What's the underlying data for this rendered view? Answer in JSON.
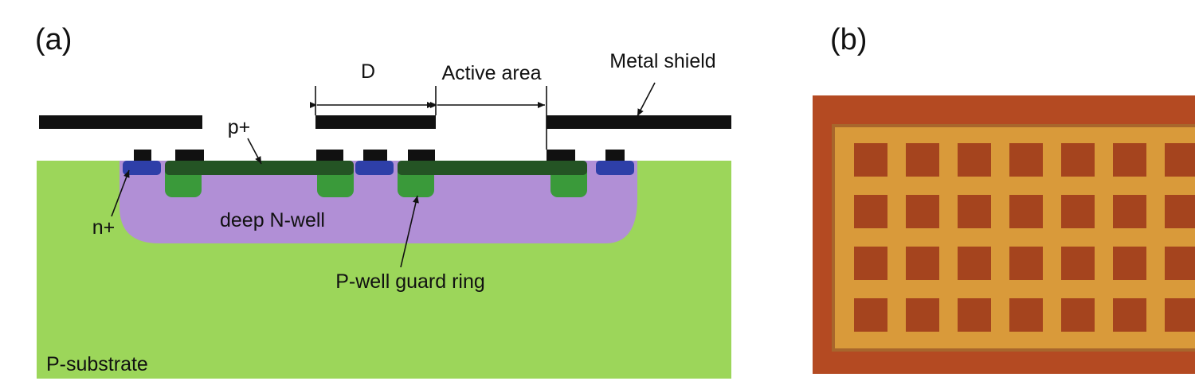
{
  "panel_a": {
    "label": "(a)",
    "labels": {
      "dimension_d": "D",
      "active_area": "Active area",
      "metal_shield": "Metal shield",
      "p_plus": "p+",
      "n_plus": "n+",
      "deep_nwell": "deep N-well",
      "pwell_guard_ring": "P-well guard ring",
      "p_substrate": "P-substrate"
    }
  },
  "panel_b": {
    "label": "(b)",
    "photo": {
      "grid_rows": 4,
      "grid_cols_visible": 7
    }
  },
  "colors": {
    "substrate": "#9cd65a",
    "deep_nwell": "#b18fd6",
    "pwell_guard": "#3a9a3a",
    "p_plus": "#245424",
    "n_plus": "#2e3fa8",
    "metal": "#111111",
    "photo_outer": "#b44a22",
    "photo_inner": "#d99a3a",
    "photo_square": "#a5441e"
  }
}
